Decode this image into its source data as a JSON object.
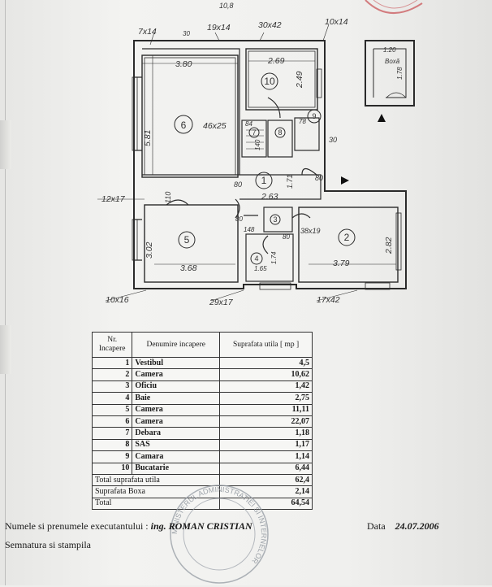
{
  "plan": {
    "top_annotation": "10,8",
    "dims": {
      "d_7x14": "7x14",
      "d_30_top": "30",
      "d_19x14": "19x14",
      "d_30x42": "30x42",
      "d_10x14": "10x14",
      "d_380": "3.80",
      "d_269": "2.69",
      "d_249": "2.49",
      "d_581": "5.81",
      "d_46x25": "46x25",
      "d_84": "84",
      "d_78": "78",
      "d_140": "140",
      "d_30_right": "30",
      "d_80a": "80",
      "d_80b": "80",
      "d_171": "1.71",
      "d_263": "2.63",
      "d_12x17": "12x17",
      "d_110": "110",
      "d_80c": "80",
      "d_148": "148",
      "d_80d": "80",
      "d_38x19": "38x19",
      "d_302": "3.02",
      "d_368": "3.68",
      "d_165": "1.65",
      "d_174": "1.74",
      "d_379": "3.79",
      "d_282": "2.82",
      "d_10x16": "10x16",
      "d_29x17": "29x17",
      "d_17x42": "17x42",
      "d_120": "1.20",
      "d_box_h": "1.78",
      "d_box_label": "Boxă"
    },
    "room_numbers": {
      "r1": "1",
      "r2": "2",
      "r3": "3",
      "r4": "4",
      "r5": "5",
      "r6": "6",
      "r7": "7",
      "r8": "8",
      "r9": "9",
      "r10": "10"
    }
  },
  "table": {
    "headers": {
      "nr": "Nr. Incapere",
      "name": "Denumire incapere",
      "area": "Suprafata utila [ mp ]"
    },
    "rows": [
      {
        "nr": "1",
        "name": "Vestibul",
        "area": "4,5"
      },
      {
        "nr": "2",
        "name": "Camera",
        "area": "10,62"
      },
      {
        "nr": "3",
        "name": "Oficiu",
        "area": "1,42"
      },
      {
        "nr": "4",
        "name": "Baie",
        "area": "2,75"
      },
      {
        "nr": "5",
        "name": "Camera",
        "area": "11,11"
      },
      {
        "nr": "6",
        "name": "Camera",
        "area": "22,07"
      },
      {
        "nr": "7",
        "name": "Debara",
        "area": "1,18"
      },
      {
        "nr": "8",
        "name": "SAS",
        "area": "1,17"
      },
      {
        "nr": "9",
        "name": "Camara",
        "area": "1,14"
      },
      {
        "nr": "10",
        "name": "Bucatarie",
        "area": "6,44"
      }
    ],
    "totals": [
      {
        "label": "Total suprafata utila",
        "area": "62,4"
      },
      {
        "label": "Suprafata Boxa",
        "area": "2,14"
      },
      {
        "label": "Total",
        "area": "64,54"
      }
    ]
  },
  "footer": {
    "executant_label": "Numele si prenumele executantului :",
    "executant_name": "ing. ROMAN CRISTIAN",
    "date_label": "Data",
    "date_value": "24.07.2006",
    "signature_label": "Semnatura si stampila"
  },
  "stamp": {
    "text": "MINISTERUL ADMINISTRATIEI SI INTERNELOR"
  }
}
